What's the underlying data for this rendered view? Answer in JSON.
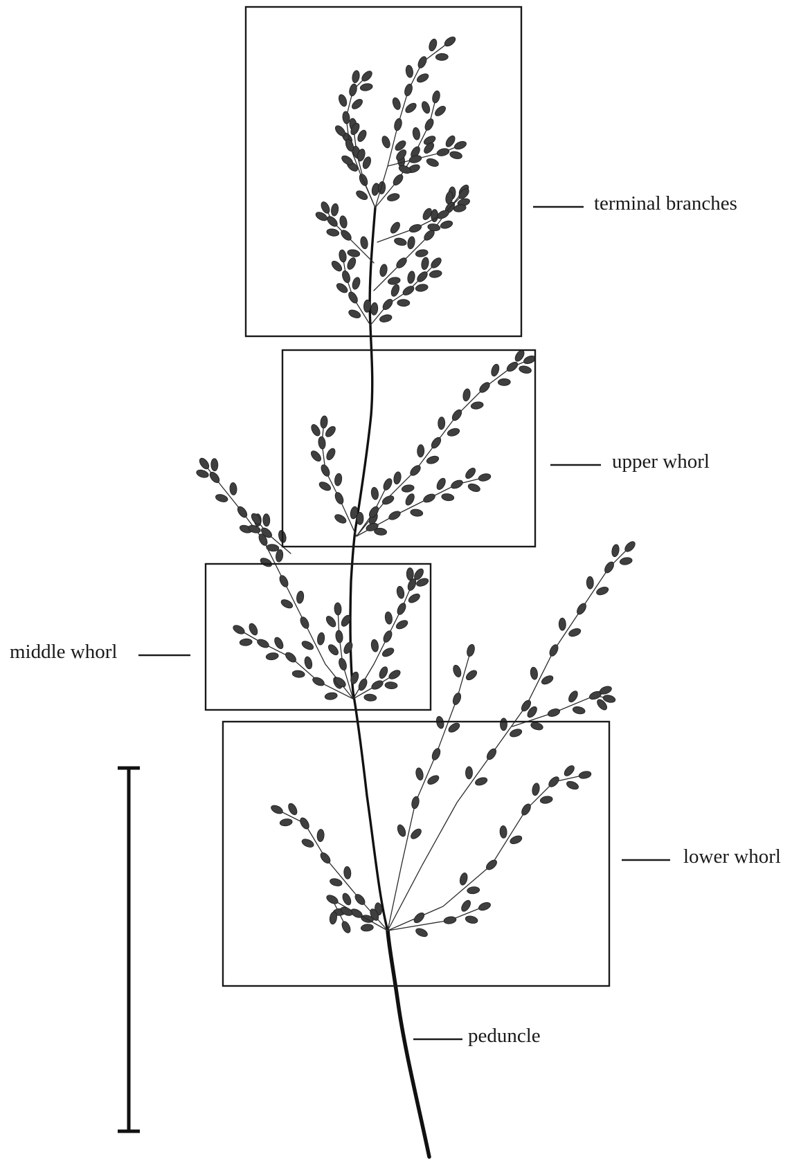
{
  "labels": {
    "terminal_branches": "terminal branches",
    "upper_whorl": "upper whorl",
    "middle_whorl": "middle whorl",
    "lower_whorl": "lower whorl",
    "peduncle": "peduncle"
  },
  "colors": {
    "ink": "#1a1a1a",
    "spikelet_fill": "#3f3f3f",
    "background": "#ffffff"
  }
}
